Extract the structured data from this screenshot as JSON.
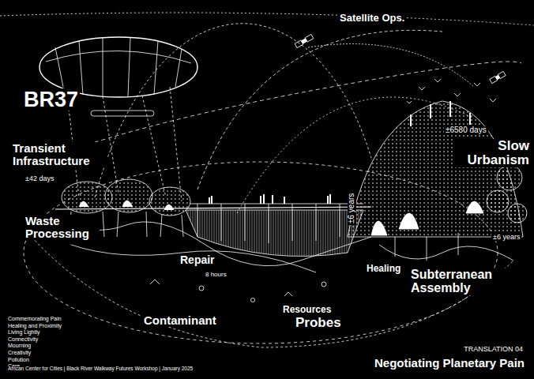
{
  "diagram": {
    "title": "Negotiating Planetary Pain",
    "labels": [
      "Satellite Ops.",
      "BR37",
      "Transient Infrastructure",
      "±42 days",
      "Waste Processing",
      "Repair",
      "8 hours",
      "Contaminant",
      "Resources",
      "Probes",
      "±6 years",
      "±6580 days",
      "Slow Urbanism",
      "±6 years",
      "Healing",
      "Subterranean Assembly",
      "Commemorating Pain",
      "Healing and Proximity",
      "Living Lightly",
      "Connectivity",
      "Mourning",
      "Creativity",
      "Pollution",
      "Care",
      "TRANSLATION 04",
      "African Center for Cities | Black River Walkway Futures Workshop | January 2025"
    ]
  }
}
